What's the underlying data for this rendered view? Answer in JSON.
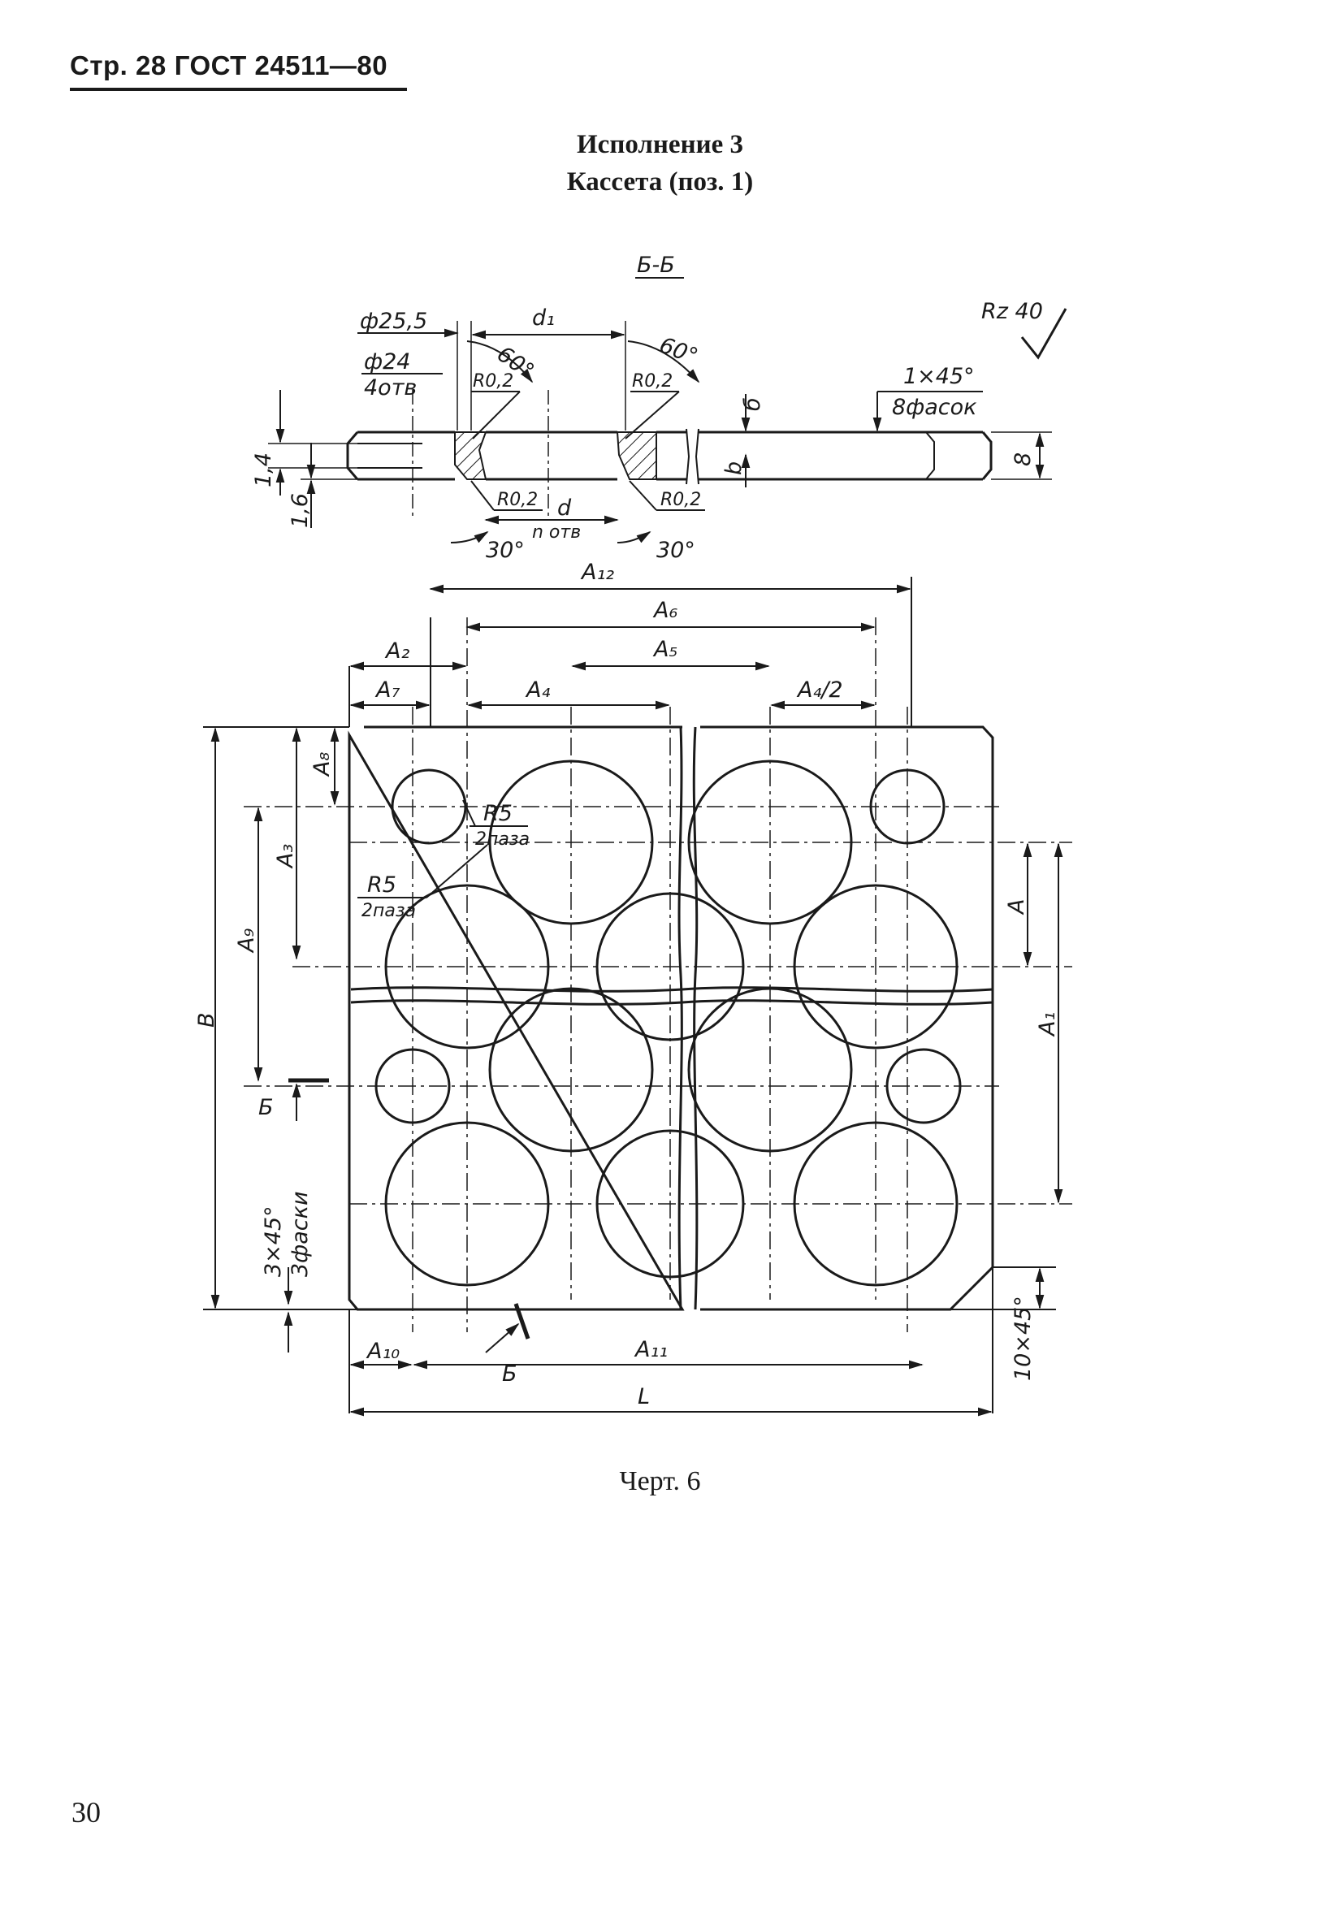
{
  "header": {
    "page_label": "Стр. 28",
    "standard": "ГОСТ 24511—80"
  },
  "titles": {
    "variant": "Исполнение 3",
    "part": "Кассета (поз. 1)"
  },
  "section": {
    "label": "Б-Б",
    "roughness": "Rz 40",
    "dia_outer": "ф25,5",
    "dia_hole": "ф24",
    "holes_count": "4отв",
    "d1": "d₁",
    "angle_60_left": "60°",
    "angle_60_right": "60°",
    "r02_tl": "R0,2",
    "r02_tr": "R0,2",
    "r02_bl": "R0,2",
    "r02_br": "R0,2",
    "chamfer": "1×45°",
    "chamfer_count": "8фасок",
    "dim_b": "б",
    "dim_b2": "b",
    "thickness": "8",
    "dim_14": "1,4",
    "dim_16": "1,6",
    "d": "d",
    "n_holes": "n отв",
    "angle_30_left": "30°",
    "angle_30_right": "30°"
  },
  "plan": {
    "A12": "A₁₂",
    "A6": "A₆",
    "A2": "A₂",
    "A5": "A₅",
    "A7": "A₇",
    "A4": "A₄",
    "A4_half": "A₄/2",
    "A8": "A₈",
    "A3": "A₃",
    "A9": "A₉",
    "B": "B",
    "A": "A",
    "A1": "A₁",
    "R5_top": "R5",
    "slots_top": "2паза",
    "R5_mid": "R5",
    "slots_mid": "2паза",
    "section_mark_left": "Б",
    "section_mark_bottom": "Б",
    "chamfer_3": "3×45°",
    "chamfer_3_count": "3фаски",
    "chamfer_10": "10×45°",
    "A10": "A₁₀",
    "A11": "A₁₁",
    "L": "L"
  },
  "caption": "Черт. 6",
  "page_number": "30"
}
